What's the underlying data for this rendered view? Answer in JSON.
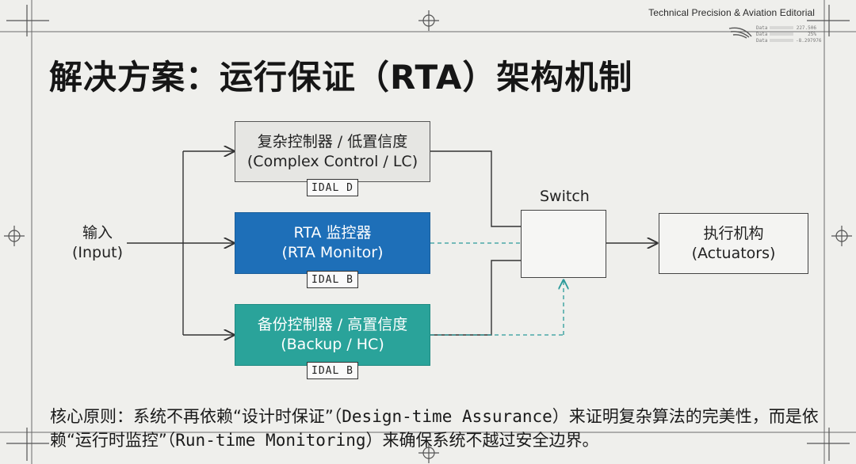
{
  "brand": {
    "text": "Technical Precision & Aviation Editorial"
  },
  "mini_table": {
    "rows": [
      {
        "k": "Data",
        "v": "227.506"
      },
      {
        "k": "Data",
        "v": "25%"
      },
      {
        "k": "Data",
        "v": "-8.297976"
      }
    ]
  },
  "title": "解决方案：运行保证（RTA）架构机制",
  "input": {
    "line1": "输入",
    "line2": "(Input)"
  },
  "boxes": {
    "lc": {
      "line1": "复杂控制器 / 低置信度",
      "line2": "(Complex Control / LC)",
      "idal": "IDAL D",
      "fill": "#e6e6e3"
    },
    "rta": {
      "line1": "RTA 监控器",
      "line2": "(RTA Monitor)",
      "idal": "IDAL B",
      "fill": "#1e6fb8"
    },
    "hc": {
      "line1": "备份控制器 / 高置信度",
      "line2": "(Backup / HC)",
      "idal": "IDAL B",
      "fill": "#2aa39a"
    },
    "actuators": {
      "line1": "执行机构",
      "line2": "(Actuators)"
    }
  },
  "switch": {
    "label": "Switch"
  },
  "footer": {
    "p1": "核心原则：系统不再依赖“设计时保证”（",
    "p1_mono": "Design-time Assurance",
    "p2": "）来证明复杂算法的完美性，而是依赖“运行时监控”（",
    "p2_mono": "Run-time Monitoring",
    "p3": "）来确保系统不越过安全边界。"
  }
}
